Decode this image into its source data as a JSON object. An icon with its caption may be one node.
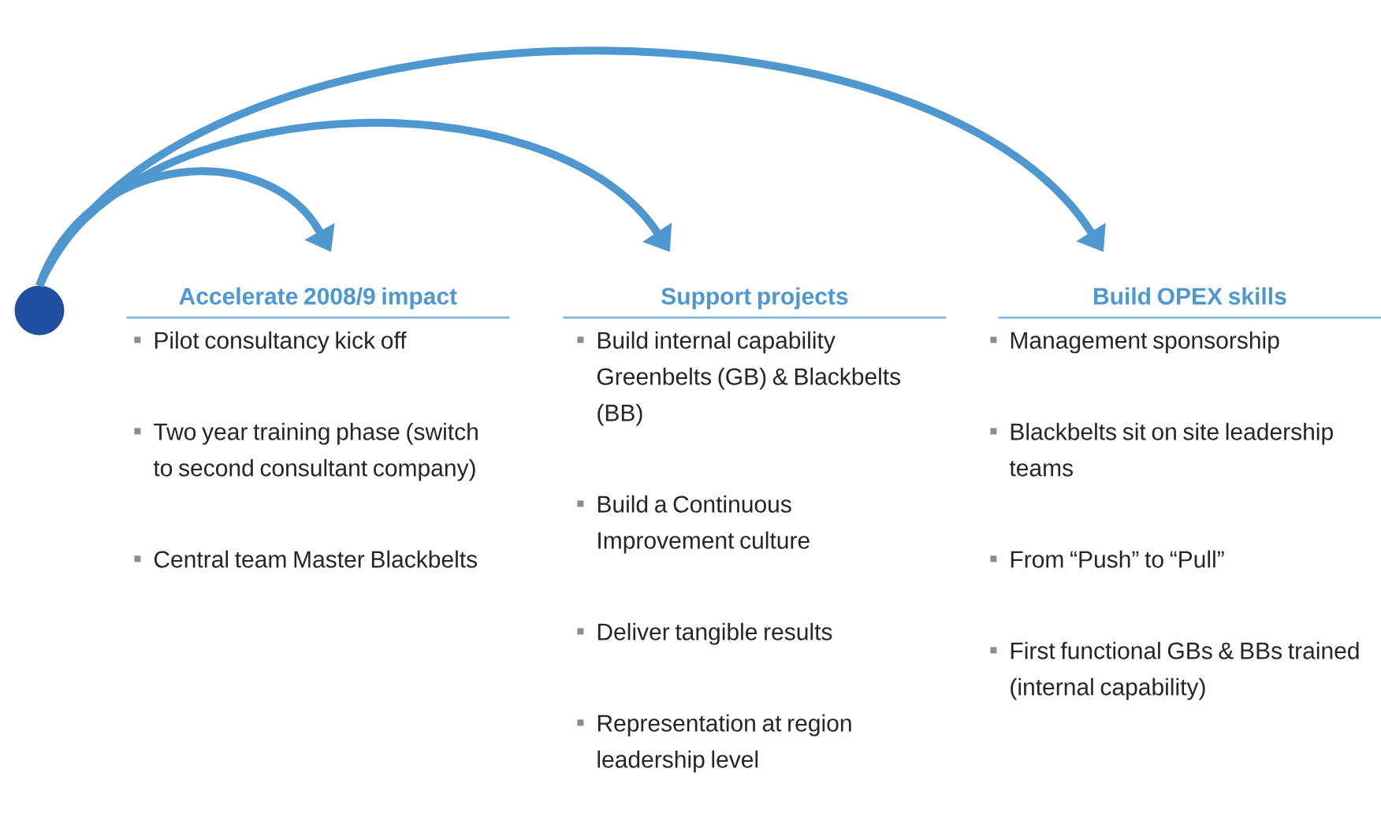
{
  "diagram": {
    "nodes": [
      {
        "text": [],
        "shape": "circle"
      },
      {
        "text": [
          "Accelerate 2008/9 impact",
          "Pilot consultancy kick off",
          "Two year training phase (switch to second consultant company)",
          "Central team Master Blackbelts"
        ]
      },
      {
        "text": [
          "Support projects",
          "Build internal capability Greenbelts (GB) & Blackbelts (BB)",
          "Build a Continuous Improvement culture",
          "Deliver tangible results",
          "Representation at region leadership level"
        ]
      },
      {
        "text": [
          "Build OPEX skills",
          "Management sponsorship",
          "Blackbelts sit on site leadership teams",
          "From “Push” to “Pull”",
          "First functional GBs & BBs trained (internal capability)"
        ]
      }
    ],
    "edges": [
      {
        "from": 0,
        "to": 1,
        "arrow": "to"
      },
      {
        "from": 0,
        "to": 2,
        "arrow": "to"
      },
      {
        "from": 0,
        "to": 3,
        "arrow": "to"
      }
    ]
  }
}
